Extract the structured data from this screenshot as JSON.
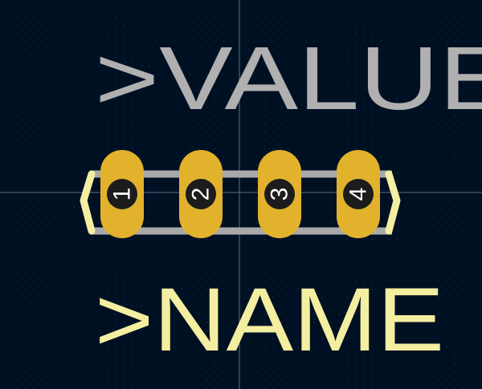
{
  "view": {
    "background_color": "#001023",
    "grid_color": "#24324a",
    "crosshair_color": "#5f6d80"
  },
  "value_label": {
    "text": ">VALUE",
    "color": "#b0b0b0"
  },
  "name_label": {
    "text": ">NAME",
    "color": "#f3eea0"
  },
  "footprint": {
    "outline_color": "#a9a9a9",
    "pad_color": "#e2b22d",
    "pad_number_bg": "#1c1c1c",
    "pad_number_color": "#ffffff",
    "end_marker_color": "#f3eea0",
    "pads": [
      {
        "number": "1"
      },
      {
        "number": "2"
      },
      {
        "number": "3"
      },
      {
        "number": "4"
      }
    ]
  }
}
